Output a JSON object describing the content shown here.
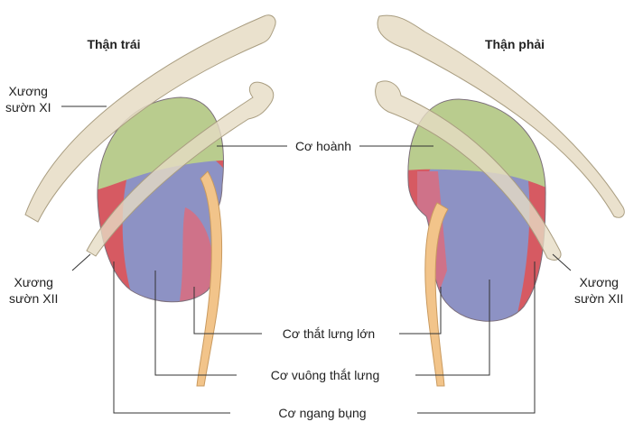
{
  "titles": {
    "left_kidney": "Thận trái",
    "right_kidney": "Thận phải"
  },
  "labels": {
    "rib_xi": [
      "Xương",
      "sườn XI"
    ],
    "rib_xii_left": [
      "Xương",
      "sườn XII"
    ],
    "rib_xii_right": [
      "Xương",
      "sườn XII"
    ],
    "diaphragm": "Cơ hoành",
    "psoas_major": "Cơ thắt lưng lớn",
    "quadratus_lumborum": "Cơ vuông thắt lưng",
    "transversus_abdominis": "Cơ ngang bụng"
  },
  "colors": {
    "rib": "#e6dcc4",
    "rib_stroke": "#a99d80",
    "diaphragm_region": "#b9cc8e",
    "quadratus_region": "#8d92c4",
    "psoas_region": "#cf7289",
    "transversus_region": "#d65a62",
    "ureter": "#f2c48a",
    "leader_line": "#333333"
  }
}
